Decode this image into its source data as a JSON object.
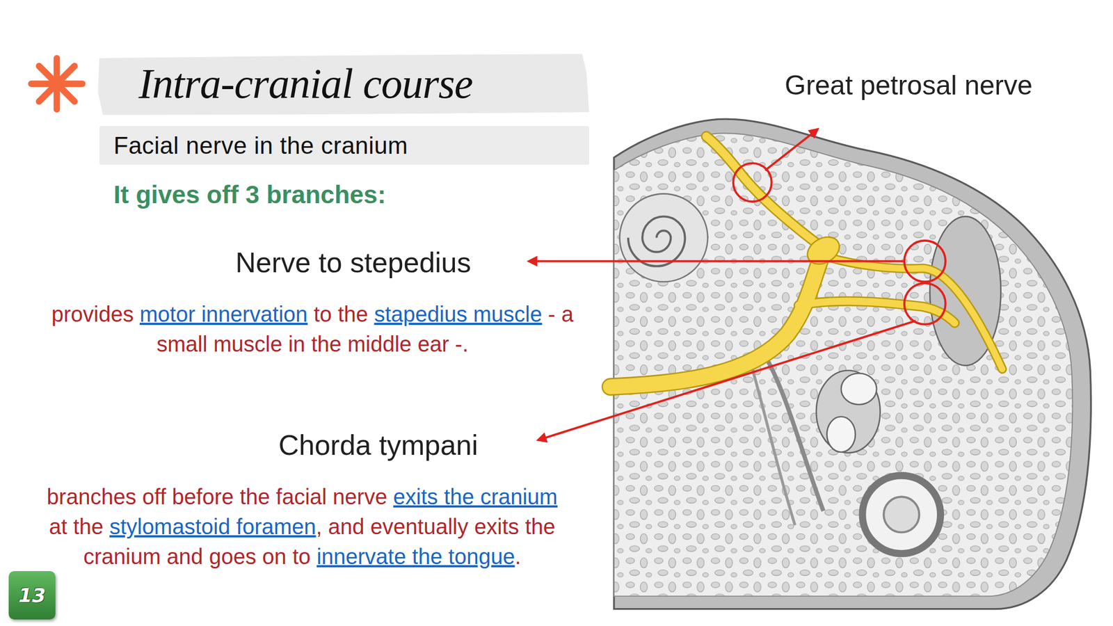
{
  "diagram": {
    "title": "Intra-cranial course",
    "nodes": [
      {
        "text": [
          "Facial nerve in the cranium"
        ]
      },
      {
        "text": [
          "13"
        ]
      }
    ],
    "labels": [
      "It gives off 3 branches:",
      "Great petrosal nerve",
      "Nerve to stepedius",
      "provides",
      "motor innervation",
      "to the",
      "stapedius muscle",
      "- a small muscle in the middle ear -.",
      "Chorda tympani",
      "branches off before the facial nerve",
      "exits the cranium",
      "at the",
      "stylomastoid foramen",
      ", and eventually exits the cranium and goes on to",
      "innervate the tongue",
      "."
    ]
  }
}
